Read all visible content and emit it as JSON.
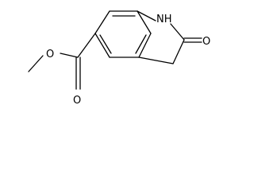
{
  "structure": {
    "atoms": {
      "nh": "NH",
      "oxo_o": "O",
      "ester_o_single": "O",
      "ester_o_double": "O"
    }
  }
}
